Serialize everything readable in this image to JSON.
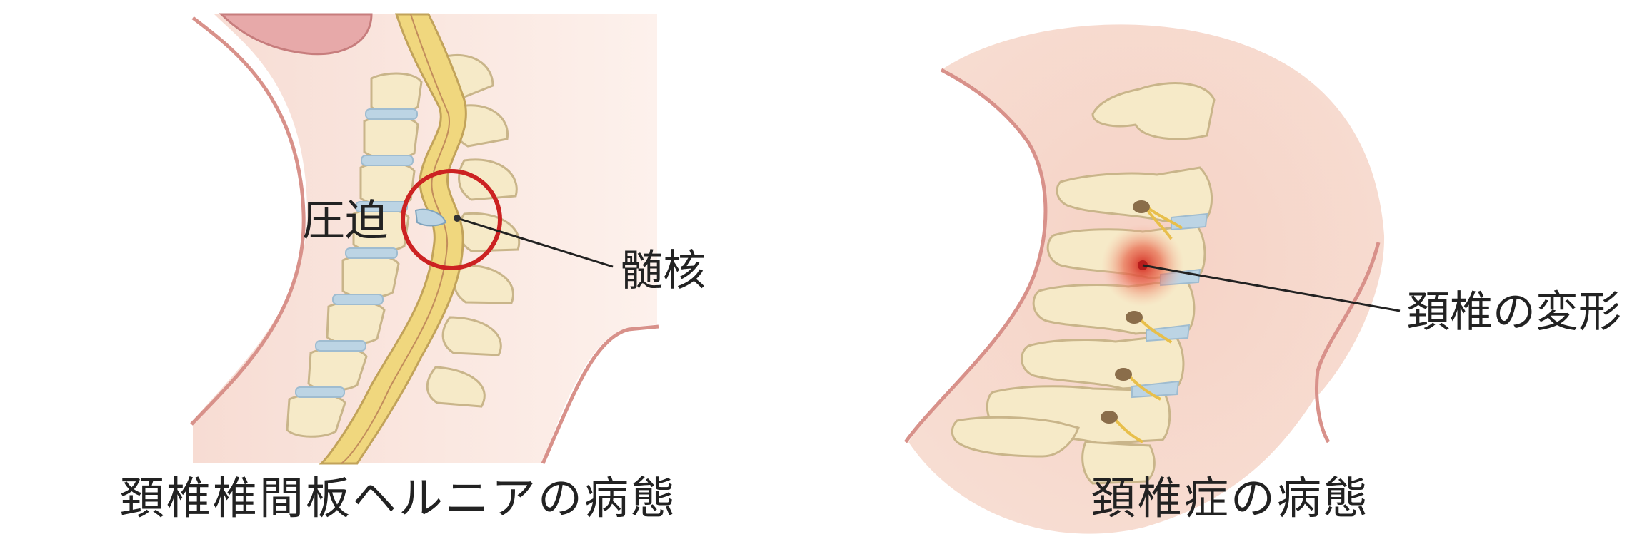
{
  "left_panel": {
    "caption": "頚椎椎間板ヘルニアの病態",
    "label_compression": "圧迫",
    "label_nucleus": "髄核"
  },
  "right_panel": {
    "caption": "頚椎症の病態",
    "label_deformation": "頚椎の変形"
  },
  "colors": {
    "skin_outline": "#d8918a",
    "skin_fill": "#f4d3c8",
    "bone_fill": "#f6eac8",
    "bone_outline": "#c9b58a",
    "spinal_cord": "#f0d77e",
    "disc": "#bcd4e4",
    "highlight_circle": "#cc2222",
    "inflammation": "#d9382a",
    "leader_line": "#222222"
  }
}
